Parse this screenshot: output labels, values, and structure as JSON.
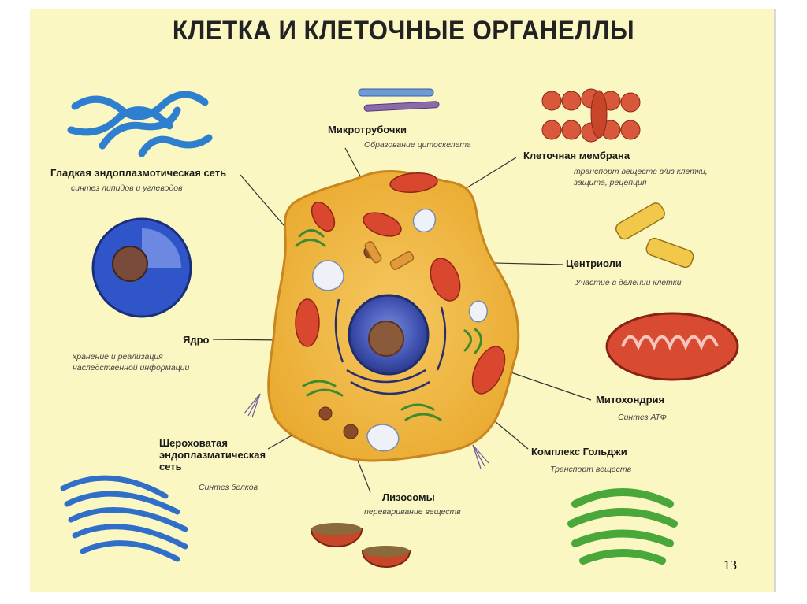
{
  "title": "КЛЕТКА И КЛЕТОЧНЫЕ ОРГАНЕЛЛЫ",
  "page_number": "13",
  "labels": {
    "microtubules": {
      "name": "Микротрубочки",
      "desc": "Образование цитоскелета"
    },
    "membrane": {
      "name": "Клеточная мембрана",
      "desc": "транспорт веществ в/из клетки,\nзащита, рецепция"
    },
    "smooth_er": {
      "name": "Гладкая эндоплазмотическая сеть",
      "desc": "синтез липидов и углеводов"
    },
    "centrioles": {
      "name": "Центриоли",
      "desc": "Участие в делении клетки"
    },
    "nucleus": {
      "name": "Ядро",
      "desc": "хранение и реализация\nнаследственной информации"
    },
    "mitochondria": {
      "name": "Митохондрия",
      "desc": "Синтез АТФ"
    },
    "rough_er": {
      "name": "Шероховатая\nэндоплазматическая\nсеть",
      "desc": "Синтез белков"
    },
    "golgi": {
      "name": "Комплекс Гольджи",
      "desc": "Транспорт веществ"
    },
    "lysosomes": {
      "name": "Лизосомы",
      "desc": "переваривание веществ"
    }
  },
  "colors": {
    "background": "#fbf7c3",
    "cytoplasm": "#f2b93a",
    "nucleus": "#4a5fb8",
    "mitochondria": "#d9472e",
    "smooth_er": "#3b8ed6",
    "golgi": "#5aa93a",
    "rough_er": "#3a78c8"
  }
}
